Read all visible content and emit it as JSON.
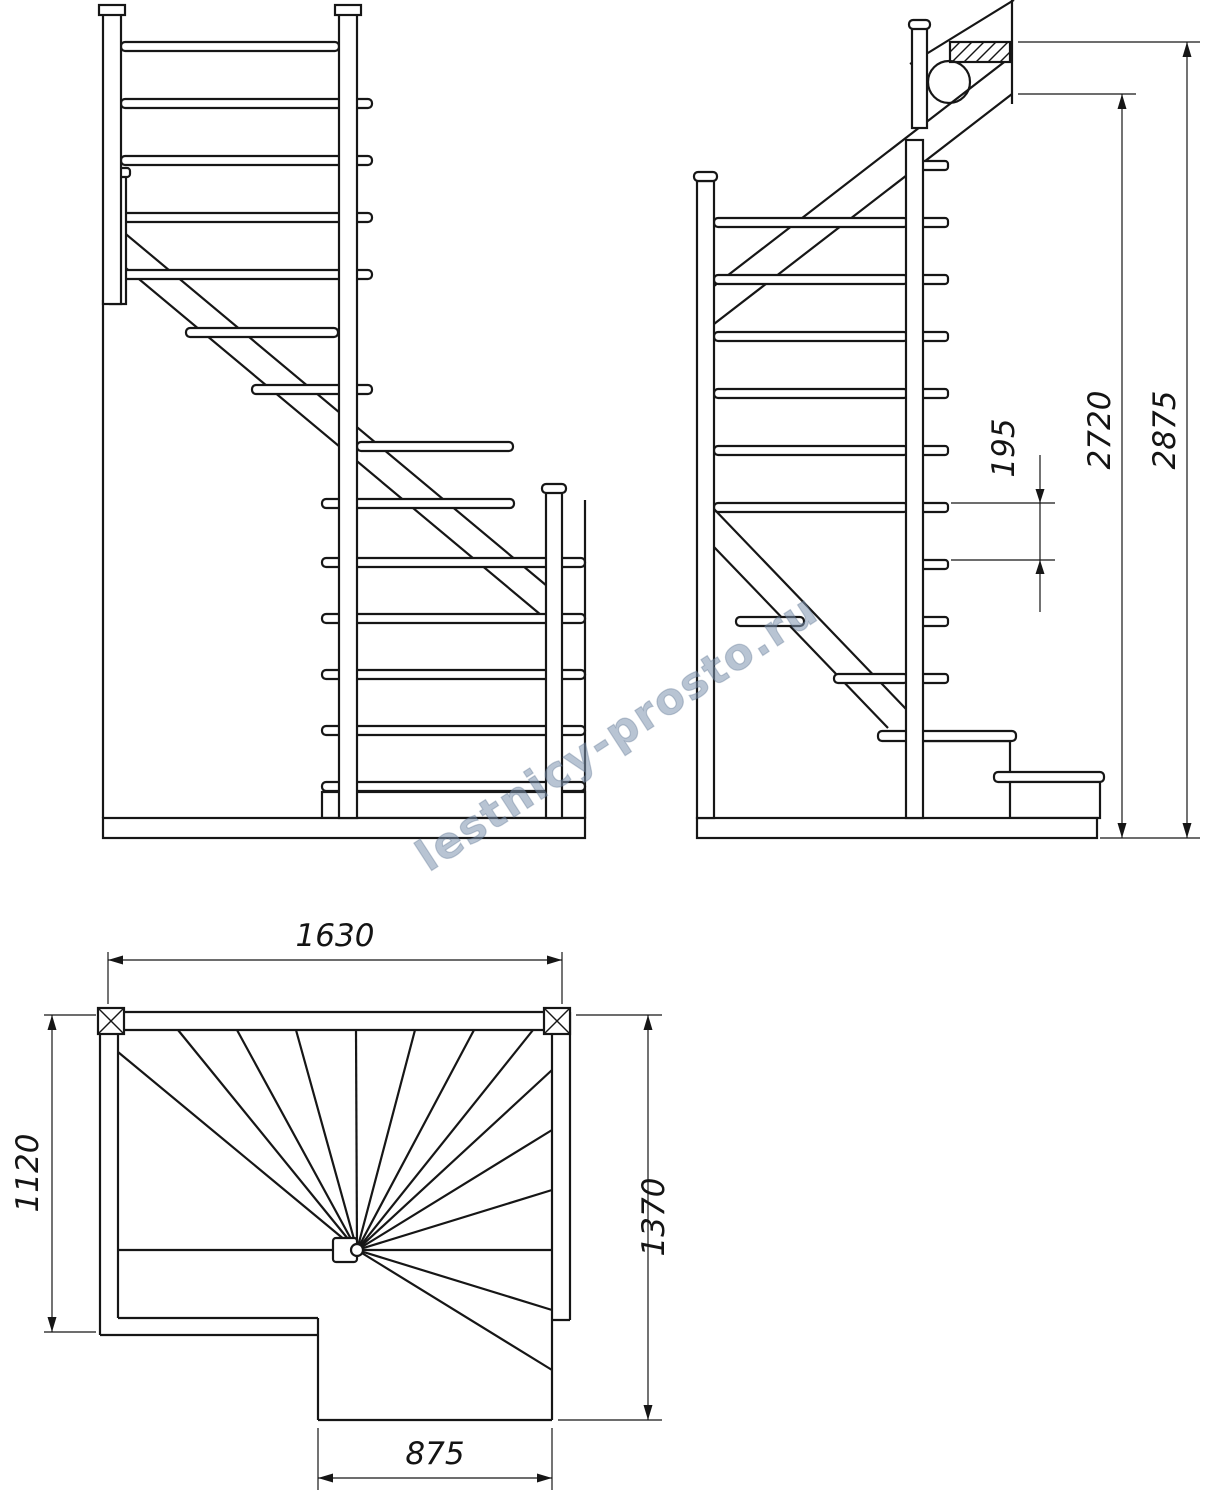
{
  "watermark": {
    "text": "lestnicy-prosto.ru",
    "color": "#7e94af"
  },
  "colors": {
    "line": "#161616",
    "background": "#ffffff"
  },
  "dimensions": {
    "riser_spacing": "195",
    "clear_height": "2720",
    "total_height": "2875",
    "plan_width": "1630",
    "plan_left_depth": "1120",
    "plan_right_depth": "1370",
    "exit_width": "875"
  }
}
